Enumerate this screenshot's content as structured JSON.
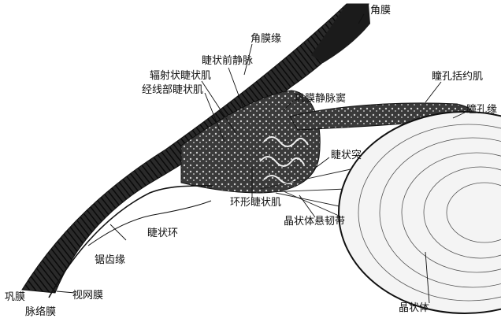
{
  "colors": {
    "ink": "#111111",
    "tissue_dark": "#1b1b1b",
    "tissue_mid": "#3a3a3a",
    "lens_fill": "#f4f4f4",
    "paper": "#ffffff"
  },
  "labels": {
    "cornea": "角膜",
    "corneal_limbus": "角膜缘",
    "anterior_ciliary_vein": "睫状前静脉",
    "radial_ciliary_muscle": "辐射状睫状肌",
    "meridional_ciliary_muscle": "经线部睫状肌",
    "scleral_venous_sinus": "巩膜静脉窦",
    "sphincter_pupillae": "瞳孔括约肌",
    "pupil_margin": "瞳孔缘",
    "ciliary_process": "睫状突",
    "circular_ciliary_muscle": "环形睫状肌",
    "zonule": "晶状体悬韧带",
    "ciliary_ring": "睫状环",
    "ora_serrata": "锯齿缘",
    "sclera": "巩膜",
    "retina": "视网膜",
    "choroid": "脉络膜",
    "lens": "晶状体"
  }
}
